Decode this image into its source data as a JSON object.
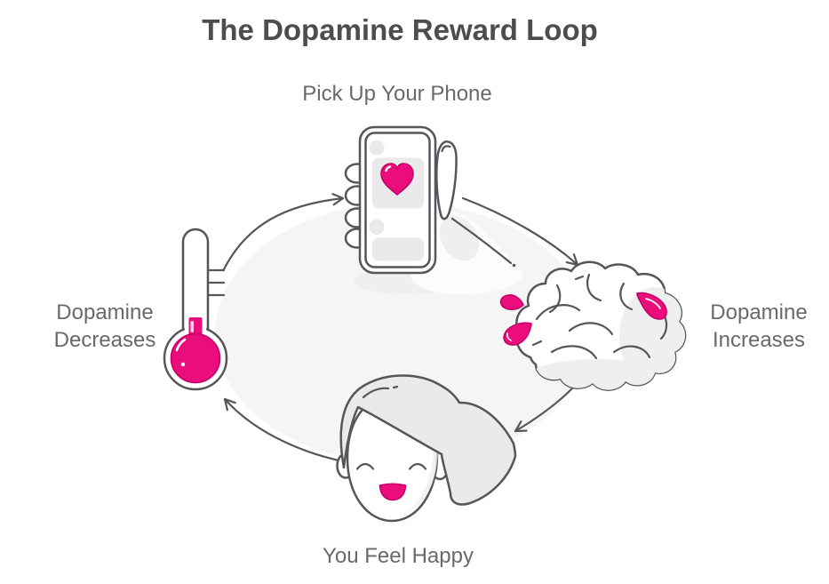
{
  "title": "The Dopamine Reward Loop",
  "nodes": [
    {
      "id": "pick-up-phone",
      "label": "Pick Up Your Phone",
      "icon": "hand-holding-phone-icon"
    },
    {
      "id": "dopamine-increases",
      "label": "Dopamine\nIncreases",
      "icon": "brain-dopamine-icon"
    },
    {
      "id": "you-feel-happy",
      "label": "You Feel Happy",
      "icon": "happy-face-icon"
    },
    {
      "id": "dopamine-decreases",
      "label": "Dopamine\nDecreases",
      "icon": "thermometer-icon"
    }
  ],
  "colors": {
    "accent": "#ec0d7c",
    "accent_dark": "#c4006b",
    "outline": "#55565a",
    "text": "#68696b",
    "title_text": "#4c4d4f",
    "light_fill": "#eaeaeb",
    "shadow_fill": "#efeff0",
    "ellipse_fill": "#f5f5f6"
  }
}
